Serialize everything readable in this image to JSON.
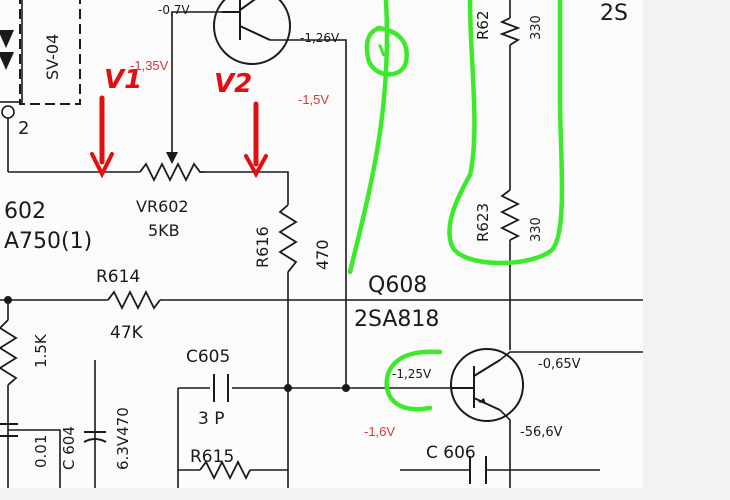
{
  "voltages_printed": {
    "q_top_base": "-0,7V",
    "q_top_collector": "-1,26V",
    "q608_base": "-1,25V",
    "q608_collector": "-0,65V",
    "q608_emitter": "-56,6V"
  },
  "components": {
    "sv": "SV-04",
    "pin": "2",
    "q_left_top": "602",
    "q_left_bottom": "A750(1)",
    "vr602_name": "VR602",
    "vr602_value": "5KB",
    "r616_name": "R616",
    "r616_value": "470",
    "r614_name": "R614",
    "r614_value": "47K",
    "r_left_value": "1.5K",
    "q608_name": "Q608",
    "q608_type": "2SA818",
    "c605_name": "C605",
    "c605_value": "3 P",
    "c604_value_a": "0.01",
    "c604_name": "C 604",
    "c_right_value": "6.3V470",
    "r615_name": "R615",
    "c606_name": "C 606",
    "r623_name": "R623",
    "r623_value": "330",
    "r_top_name": "R62",
    "r_top_value": "330",
    "top_right_part": "2S"
  },
  "annotations": {
    "v1_label": "V1",
    "v2_label": "V2",
    "green_v_label": "V",
    "red_vr_left": "-1,35V",
    "red_mid": "-1,5V",
    "red_q608_base": "-1,6V"
  },
  "colors": {
    "ink": "#1a1a1a",
    "handwriting_red": "#e01010",
    "typed_red": "#d23a3a",
    "highlighter_green": "#3ee82a"
  }
}
